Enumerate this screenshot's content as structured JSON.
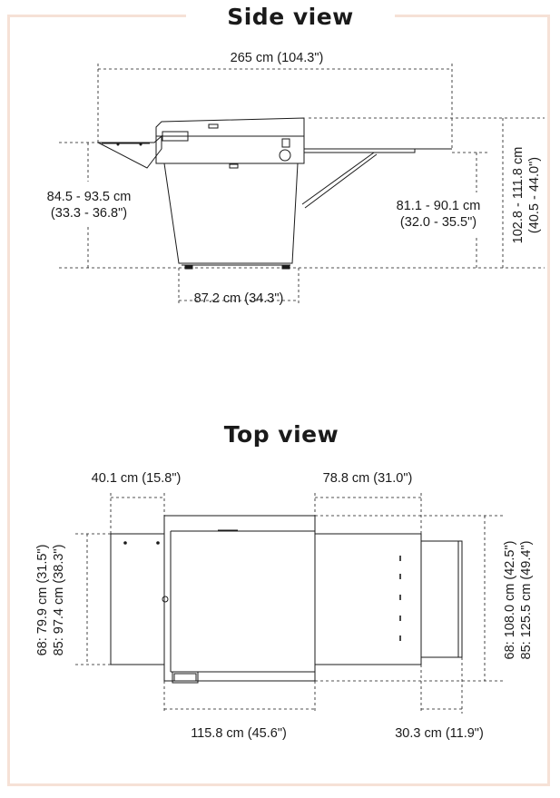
{
  "colors": {
    "border": "#f6e1d6",
    "line": "#1a1a1a"
  },
  "side_view": {
    "title": "Side view",
    "dims": {
      "overall_width": "265 cm (104.3\")",
      "left_height_1": "84.5 - 93.5 cm",
      "left_height_2": "(33.3 - 36.8\")",
      "inner_height_1": "81.1 - 90.1 cm",
      "inner_height_2": "(32.0 - 35.5\")",
      "total_height_1": "102.8 - 111.8 cm",
      "total_height_2": "(40.5 - 44.0\")",
      "base_width": "87.2 cm (34.3\")"
    }
  },
  "top_view": {
    "title": "Top view",
    "dims": {
      "feeder_width": "40.1 cm (15.8\")",
      "tray_width": "78.8 cm (31.0\")",
      "left_depth_1": "68: 79.9 cm (31.5\")",
      "left_depth_2": "85: 97.4 cm (38.3\")",
      "right_depth_1": "68: 108.0 cm (42.5\")",
      "right_depth_2": "85: 125.5 cm (49.4\")",
      "body_width": "115.8 cm (45.6\")",
      "exit_width": "30.3 cm (11.9\")"
    }
  }
}
